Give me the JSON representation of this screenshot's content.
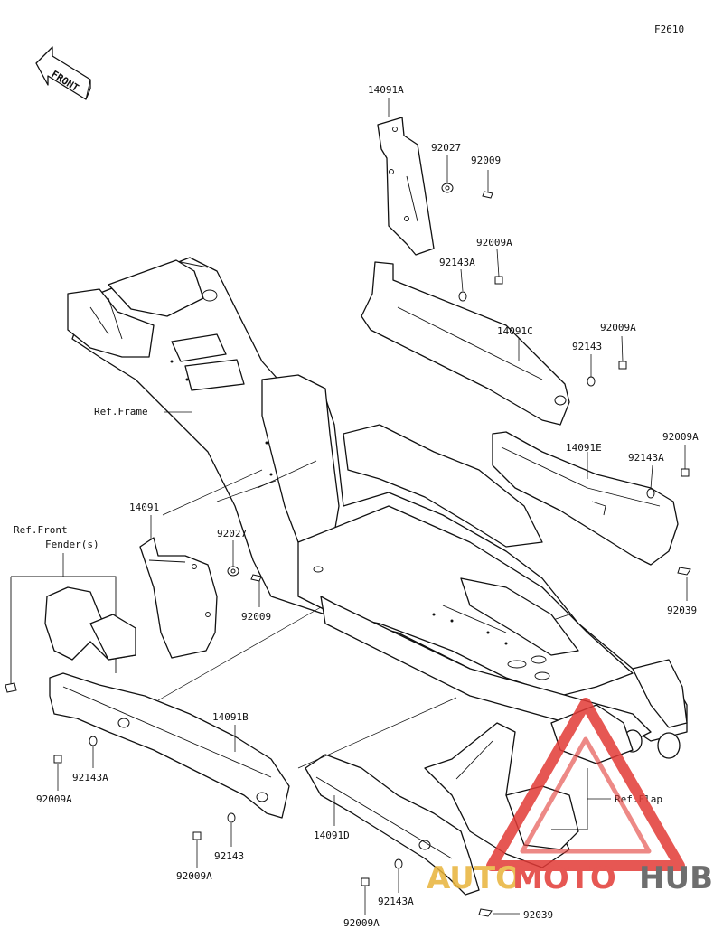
{
  "diagram": {
    "code": "F2610",
    "front_label": "FRONT",
    "labels": {
      "p14091A": "14091A",
      "p92027_top": "92027",
      "p92009_top": "92009",
      "p92009A_1": "92009A",
      "p92143A_1": "92143A",
      "p14091C": "14091C",
      "p92009A_2": "92009A",
      "p92143_1": "92143",
      "ref_frame": "Ref.Frame",
      "p14091E": "14091E",
      "p92009A_3": "92009A",
      "p92143A_2": "92143A",
      "p92039_1": "92039",
      "p14091": "14091",
      "p92027_mid": "92027",
      "p92009_mid": "92009",
      "ref_front_fender_1": "Ref.Front",
      "ref_front_fender_2": "Fender(s)",
      "p14091B": "14091B",
      "p92143A_3": "92143A",
      "p92009A_4": "92009A",
      "p92143_2": "92143",
      "p92009A_5": "92009A",
      "p14091D": "14091D",
      "p92143A_4": "92143A",
      "p92009A_6": "92009A",
      "p92039_2": "92039",
      "ref_flap": "Ref.Flap"
    }
  },
  "watermark": {
    "text_part1": "AUTO",
    "text_part2": "MOTO",
    "text_part3": "HUB",
    "colors": {
      "gold": "#e8b33a",
      "red": "#e23a36",
      "gray": "#555555"
    }
  }
}
